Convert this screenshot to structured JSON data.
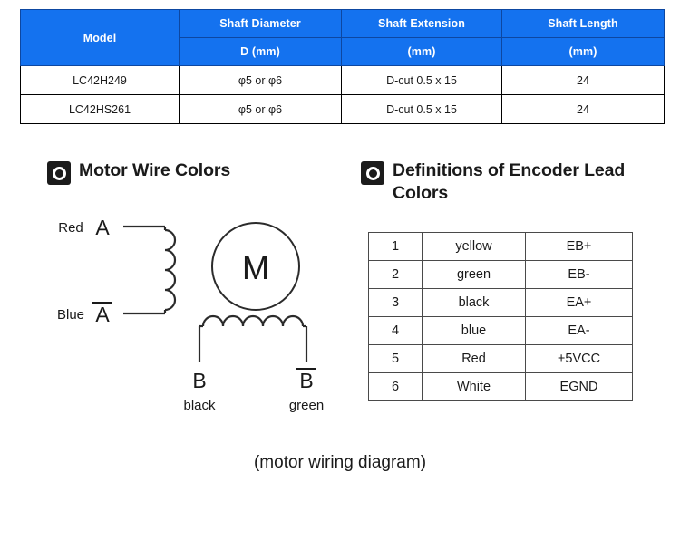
{
  "spec_table": {
    "name": "shaft-specification-table",
    "header_bg": "#1472ef",
    "header_text_color": "#ffffff",
    "columns": [
      {
        "title": "Model",
        "unit": ""
      },
      {
        "title": "Shaft Diameter",
        "unit": "D (mm)"
      },
      {
        "title": "Shaft Extension",
        "unit": "(mm)"
      },
      {
        "title": "Shaft Length",
        "unit": "(mm)"
      }
    ],
    "rows": [
      {
        "model": "LC42H249",
        "diameter": "φ5 or φ6",
        "extension": "D-cut 0.5 x 15",
        "length": "24"
      },
      {
        "model": "LC42HS261",
        "diameter": "φ5 or φ6",
        "extension": "D-cut 0.5 x 15",
        "length": "24"
      }
    ]
  },
  "motor_section": {
    "icon": "target-ring-icon",
    "title": "Motor Wire Colors",
    "diagram": {
      "phase_a_label": "A",
      "phase_a_wire_color": "Red",
      "phase_a_bar_label": "Ā",
      "phase_a_bar_plain": "A",
      "phase_a_bar_wire_color": "Blue",
      "motor_symbol": "M",
      "phase_b_label": "B",
      "phase_b_wire_color": "black",
      "phase_b_bar_plain": "B",
      "phase_b_bar_wire_color": "green"
    }
  },
  "encoder_section": {
    "icon": "target-ring-icon",
    "title": "Definitions of Encoder Lead Colors",
    "table": {
      "name": "encoder-lead-colors-table",
      "rows": [
        {
          "pin": "1",
          "color": "yellow",
          "signal": "EB+"
        },
        {
          "pin": "2",
          "color": "green",
          "signal": "EB-"
        },
        {
          "pin": "3",
          "color": "black",
          "signal": "EA+"
        },
        {
          "pin": "4",
          "color": "blue",
          "signal": "EA-"
        },
        {
          "pin": "5",
          "color": "Red",
          "signal": "+5VCC"
        },
        {
          "pin": "6",
          "color": "White",
          "signal": "EGND"
        }
      ]
    }
  },
  "caption": "(motor wiring diagram)"
}
